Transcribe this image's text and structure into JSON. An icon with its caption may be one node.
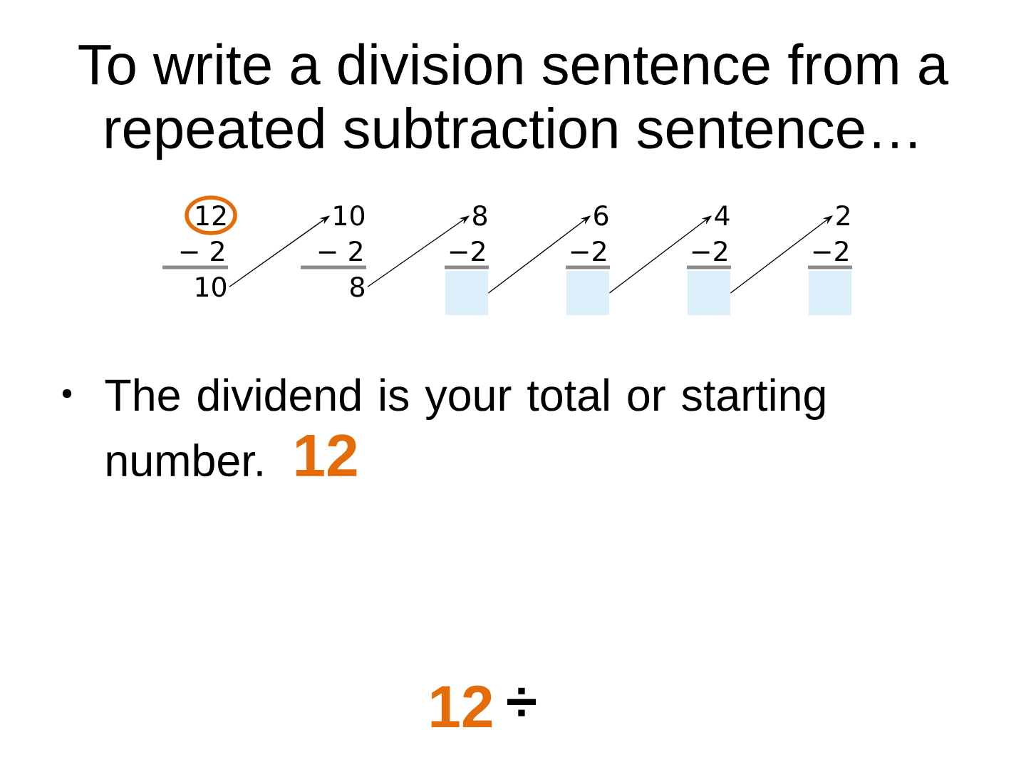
{
  "diagram": {
    "title": "To write a division sentence from a repeated subtraction sentence…",
    "nodes": [
      {
        "text": [
          "12"
        ]
      },
      {
        "text": [
          "10"
        ]
      },
      {
        "text": [
          "10"
        ]
      },
      {
        "text": [
          "8"
        ]
      },
      {
        "text": [
          "8"
        ]
      },
      {
        "text": [],
        "shape": "box"
      },
      {
        "text": [
          "6"
        ]
      },
      {
        "text": [],
        "shape": "box"
      },
      {
        "text": [
          "4"
        ]
      },
      {
        "text": [],
        "shape": "box"
      },
      {
        "text": [
          "2"
        ]
      },
      {
        "text": [],
        "shape": "box"
      }
    ],
    "edges": [
      {
        "from": 1,
        "to": 2,
        "arrow": "to"
      },
      {
        "from": 3,
        "to": 4,
        "arrow": "to"
      },
      {
        "from": 5,
        "to": 6,
        "arrow": "to"
      },
      {
        "from": 7,
        "to": 8,
        "arrow": "to"
      },
      {
        "from": 9,
        "to": 10,
        "arrow": "to"
      }
    ],
    "labels": [
      "− 2",
      "− 2",
      "−2",
      "−2",
      "−2",
      "−2",
      "The dividend is your total or starting number. **12**",
      "12",
      "÷"
    ]
  }
}
